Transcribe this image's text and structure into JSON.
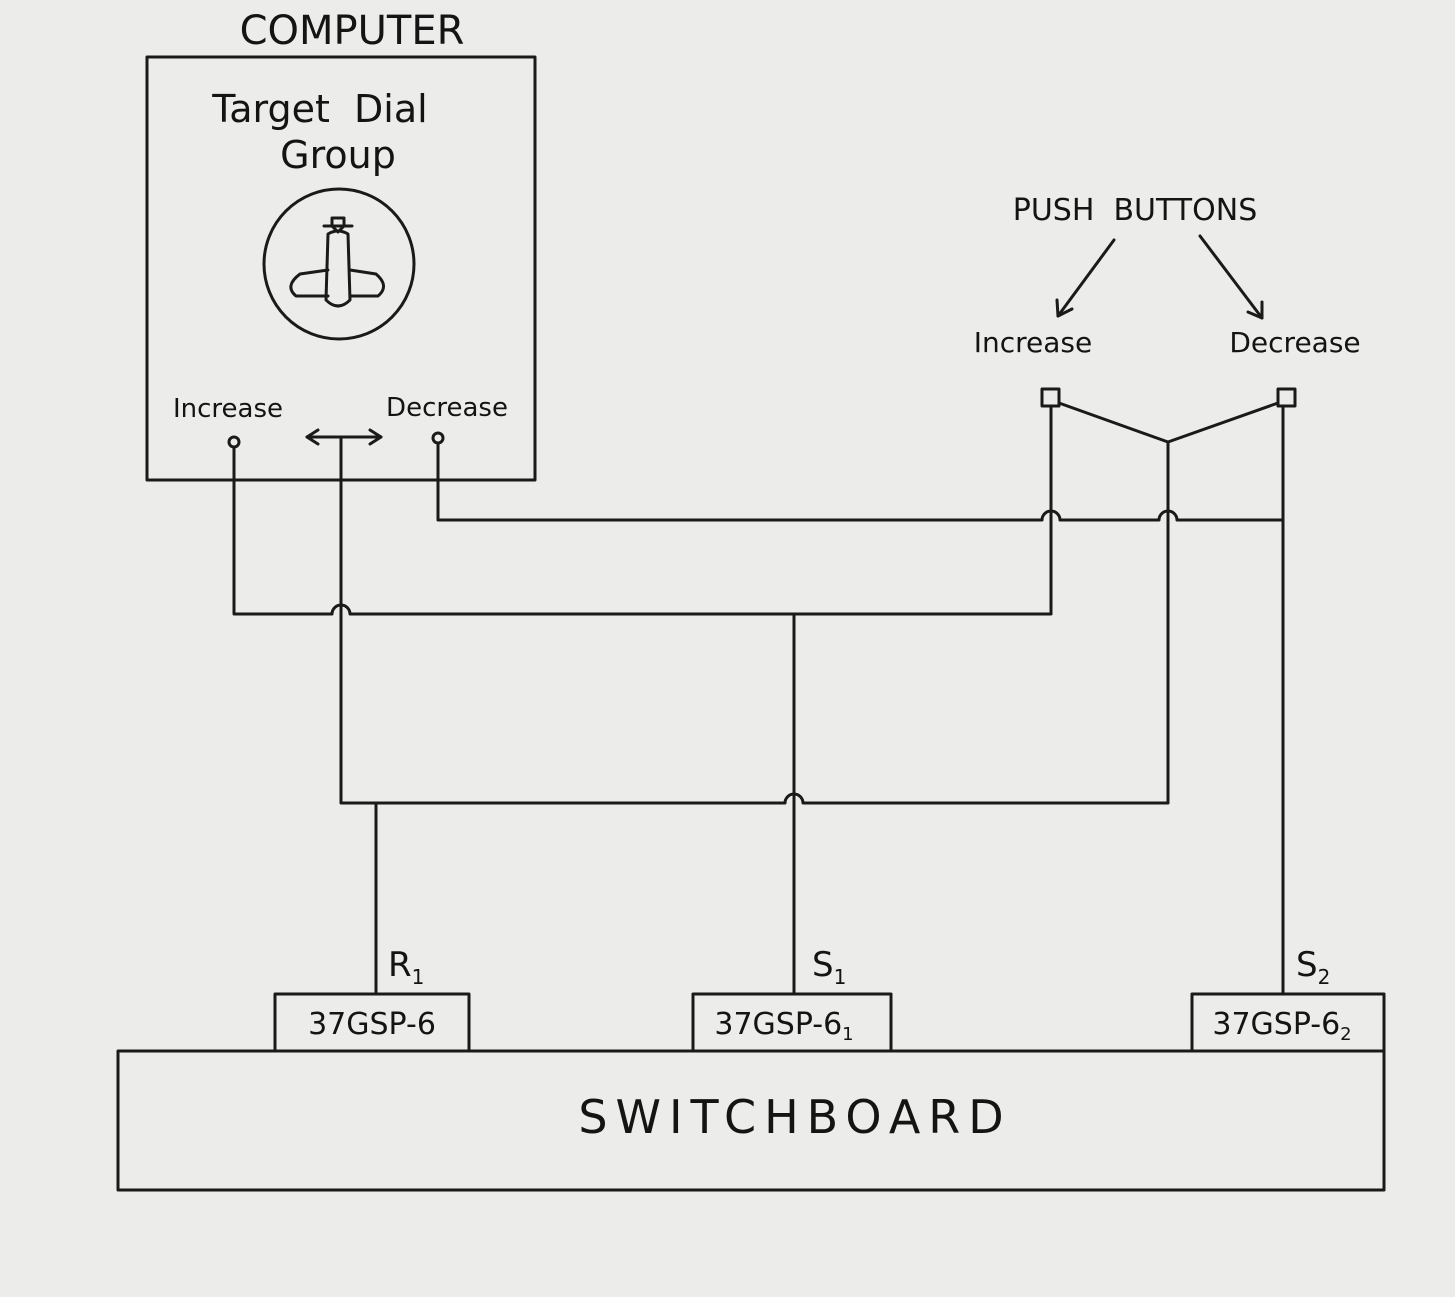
{
  "computer": {
    "title": "COMPUTER",
    "dial_group_line1": "Target  Dial",
    "dial_group_line2": "Group",
    "increase_label": "Increase",
    "decrease_label": "Decrease"
  },
  "push_buttons": {
    "title": "PUSH  BUTTONS",
    "increase_label": "Increase",
    "decrease_label": "Decrease"
  },
  "units": [
    {
      "wire": "R",
      "wire_sub": "1",
      "model": "37GSP-6",
      "model_sub": ""
    },
    {
      "wire": "S",
      "wire_sub": "1",
      "model": "37GSP-6",
      "model_sub": "1"
    },
    {
      "wire": "S",
      "wire_sub": "2",
      "model": "37GSP-6",
      "model_sub": "2"
    }
  ],
  "switchboard": {
    "label": "SWITCHBOARD"
  },
  "colors": {
    "paper": "#ececea",
    "ink": "#1a1a1a"
  }
}
